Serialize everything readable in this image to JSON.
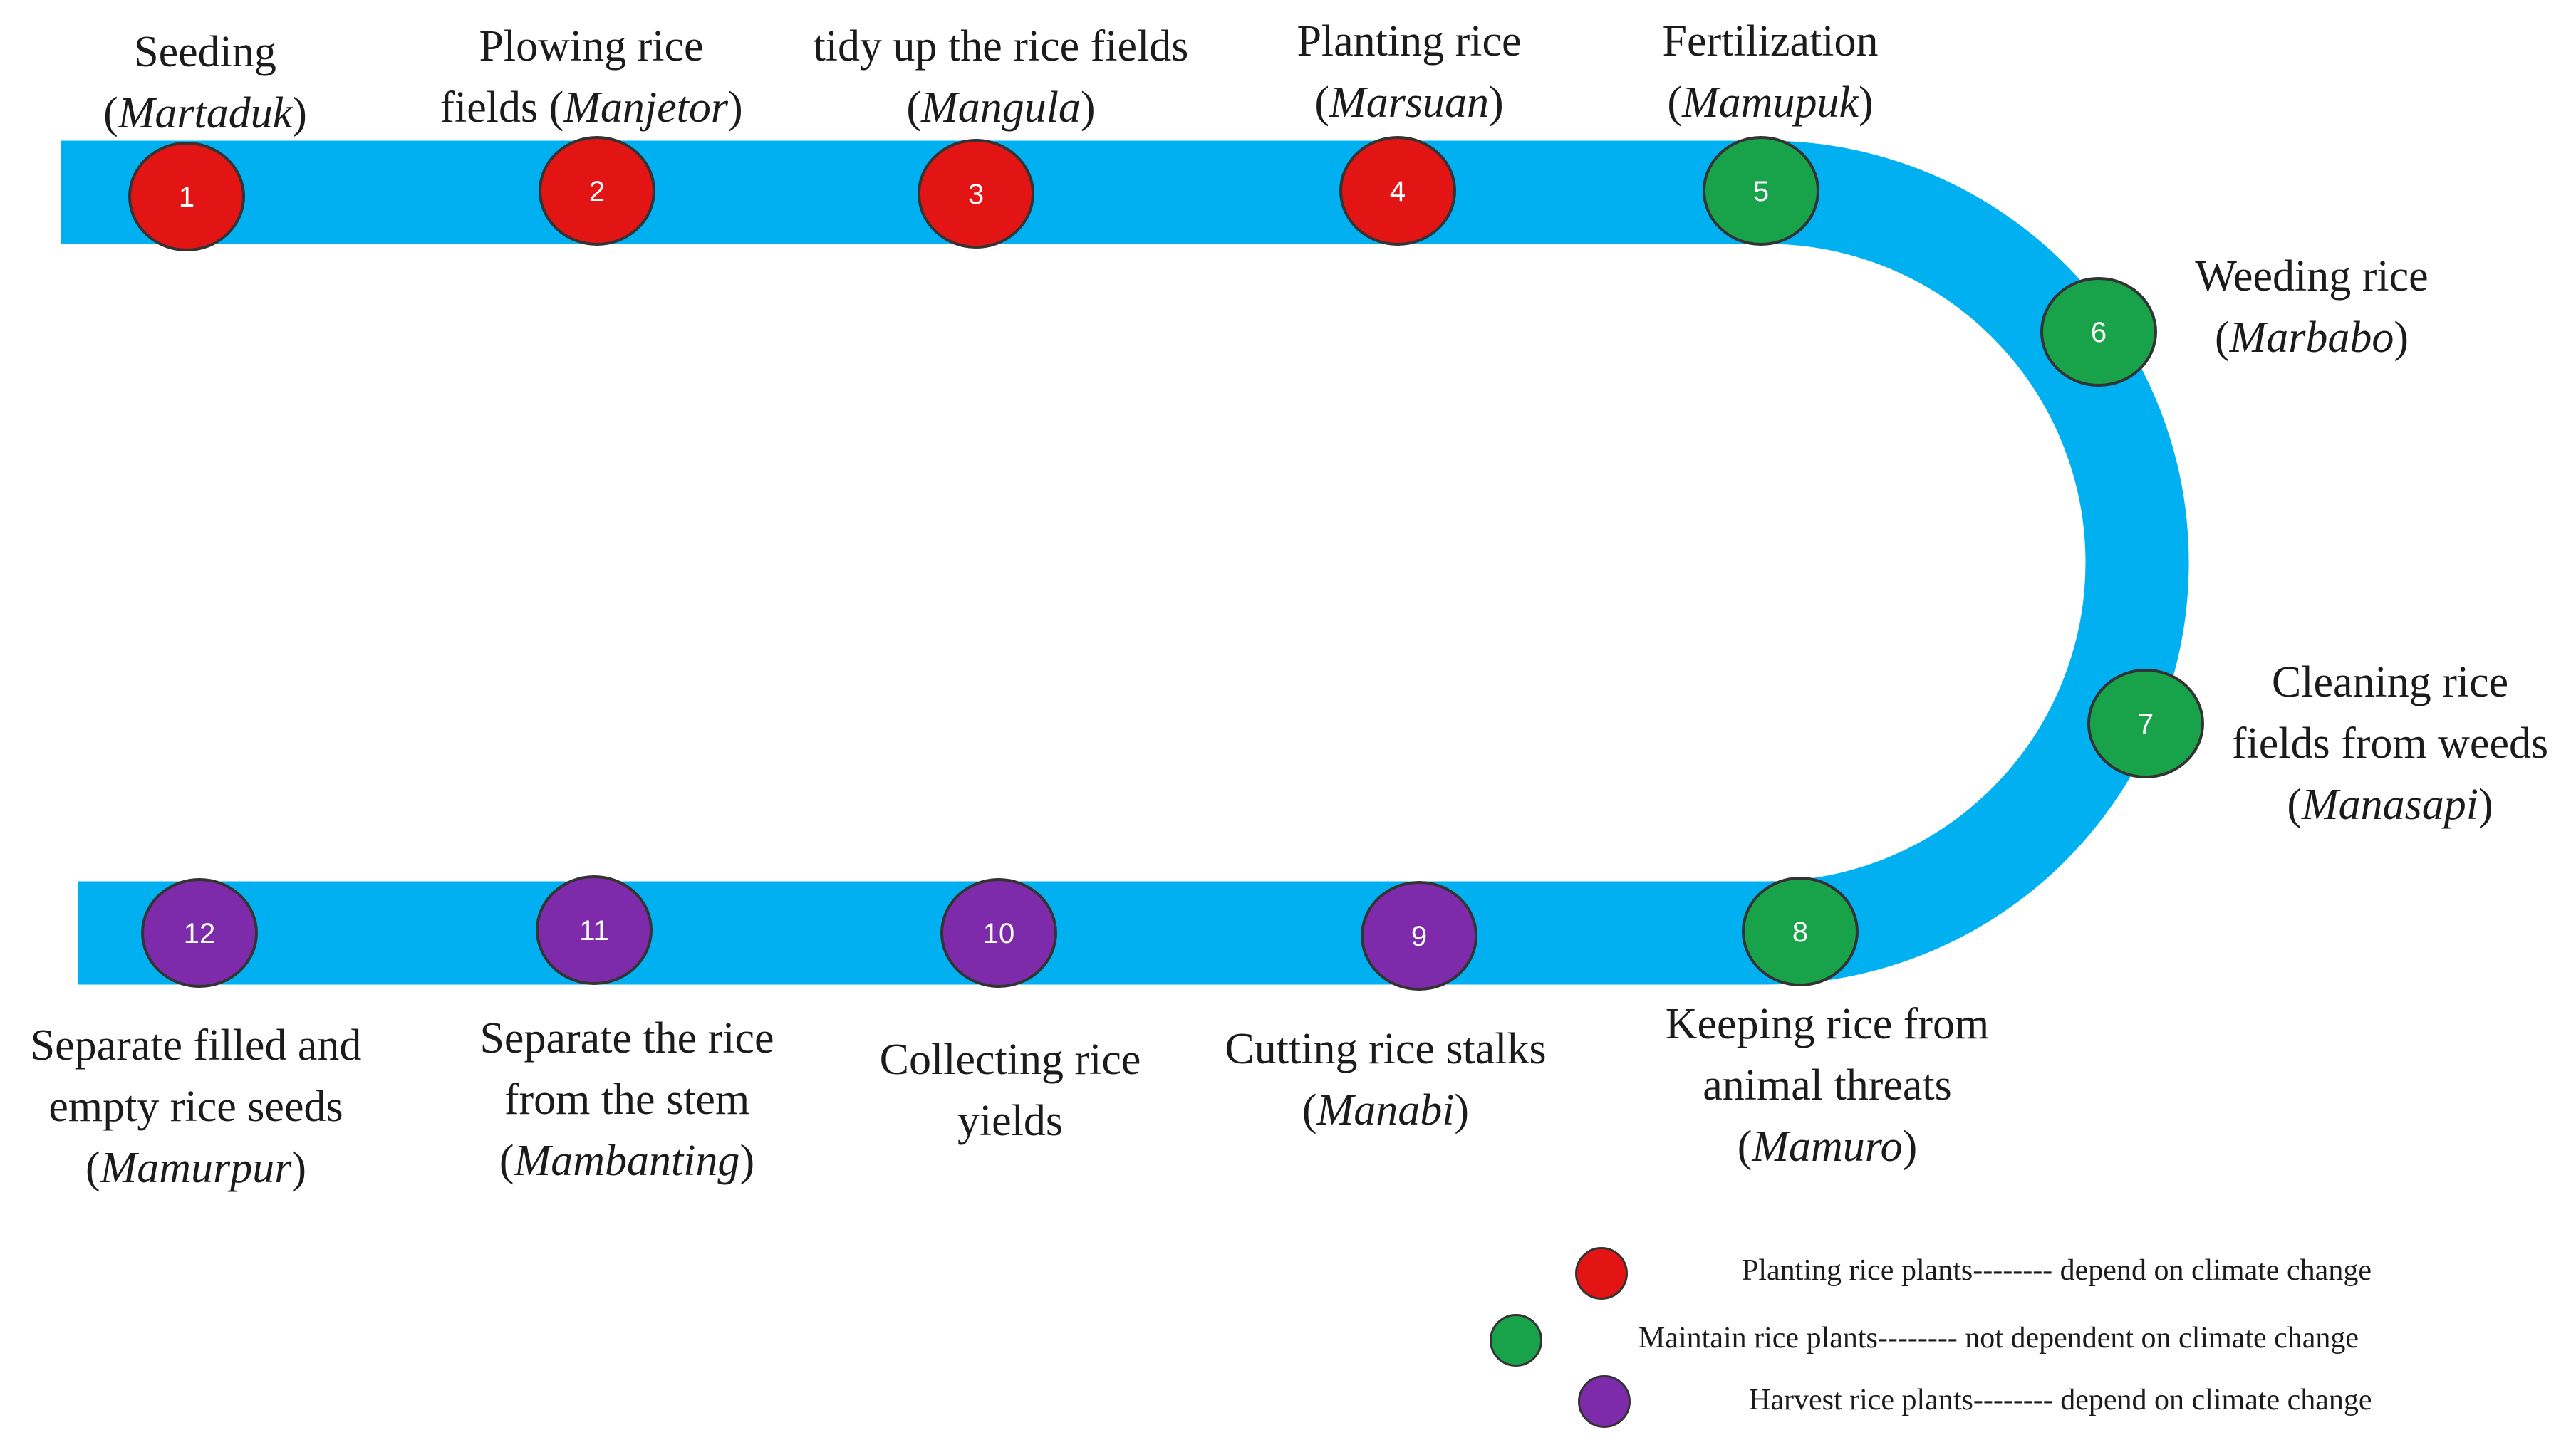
{
  "colors": {
    "track": "#00b0f0",
    "planting": "#e31414",
    "maintain": "#18a34a",
    "harvest": "#7e2bab",
    "node_text": "#ffffff",
    "outline": "#333333"
  },
  "steps": [
    {
      "num": "1",
      "group": "planting",
      "en": [
        "Seeding"
      ],
      "local": "Martaduk"
    },
    {
      "num": "2",
      "group": "planting",
      "en": [
        "Plowing rice",
        "fields"
      ],
      "local": "Manjetor",
      "inline_local": true
    },
    {
      "num": "3",
      "group": "planting",
      "en": [
        "tidy up the rice fields"
      ],
      "local": "Mangula"
    },
    {
      "num": "4",
      "group": "planting",
      "en": [
        "Planting rice"
      ],
      "local": "Marsuan"
    },
    {
      "num": "5",
      "group": "maintain",
      "en": [
        "Fertilization"
      ],
      "local": "Mamupuk"
    },
    {
      "num": "6",
      "group": "maintain",
      "en": [
        "Weeding rice"
      ],
      "local": "Marbabo"
    },
    {
      "num": "7",
      "group": "maintain",
      "en": [
        "Cleaning rice",
        "fields from weeds"
      ],
      "local": "Manasapi"
    },
    {
      "num": "8",
      "group": "maintain",
      "en": [
        "Keeping rice from",
        "animal threats"
      ],
      "local": "Mamuro"
    },
    {
      "num": "9",
      "group": "harvest",
      "en": [
        "Cutting rice stalks"
      ],
      "local": "Manabi"
    },
    {
      "num": "10",
      "group": "harvest",
      "en": [
        "Collecting rice",
        "yields"
      ],
      "local": ""
    },
    {
      "num": "11",
      "group": "harvest",
      "en": [
        "Separate the rice",
        "from the stem"
      ],
      "local": "Mambanting"
    },
    {
      "num": "12",
      "group": "harvest",
      "en": [
        "Separate filled and",
        "empty rice seeds"
      ],
      "local": "Mamurpur"
    }
  ],
  "legend": [
    {
      "group": "planting",
      "text": "Planting rice plants-------- depend on climate change"
    },
    {
      "group": "maintain",
      "text": "Maintain rice plants-------- not dependent on climate change"
    },
    {
      "group": "harvest",
      "text": "Harvest rice plants-------- depend on climate change"
    }
  ]
}
